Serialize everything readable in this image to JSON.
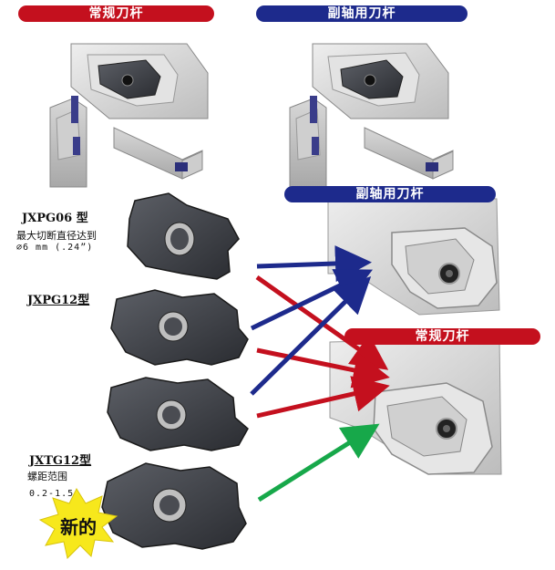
{
  "headers": {
    "conventional": "常规刀杆",
    "sub_spindle": "副轴用刀杆",
    "sub_spindle_right": "副轴用刀杆",
    "conventional_right": "常规刀杆"
  },
  "colors": {
    "red": "#c4101e",
    "blue": "#1d2a8c",
    "green": "#17a84a",
    "burst": "#f7e81c"
  },
  "inserts": {
    "jxpg06": {
      "title": "JXPG06 型",
      "desc_line1": "最大切断直径达到",
      "desc_line2": "∅6 mm (.24”)"
    },
    "jxpg12": {
      "title": "JXPG12型"
    },
    "jxtg12": {
      "title": "JXTG12型",
      "desc_line1": "螺距范围",
      "desc_line2": "0.2-1.5"
    }
  },
  "badge": {
    "new": "新的"
  }
}
